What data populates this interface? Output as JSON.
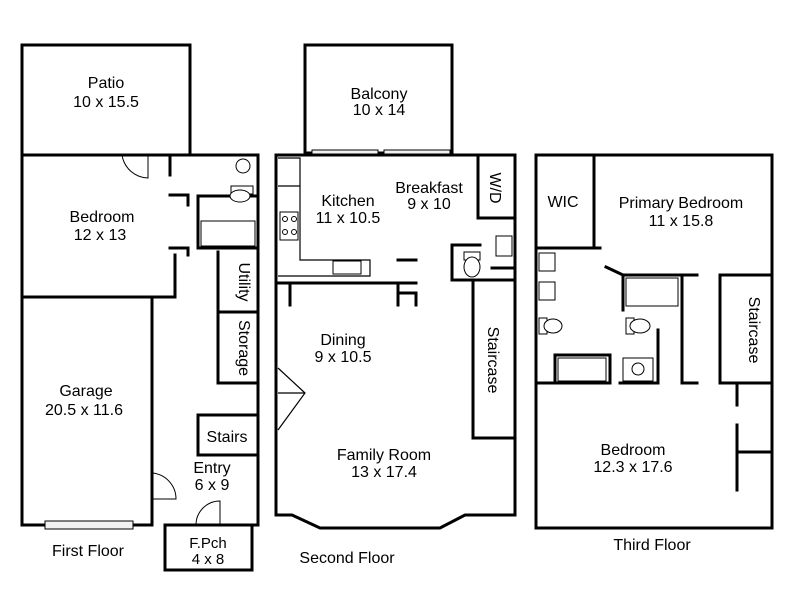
{
  "floors": {
    "first": {
      "caption": "First Floor",
      "rooms": {
        "patio": {
          "name": "Patio",
          "dims": "10 x 15.5"
        },
        "bedroom": {
          "name": "Bedroom",
          "dims": "12 x 13"
        },
        "garage": {
          "name": "Garage",
          "dims": "20.5 x 11.6"
        },
        "utility": {
          "name": "Utility"
        },
        "storage": {
          "name": "Storage"
        },
        "stairs": {
          "name": "Stairs"
        },
        "entry": {
          "name": "Entry",
          "dims": "6 x 9"
        },
        "fpch": {
          "name": "F.Pch",
          "dims": "4 x 8"
        }
      }
    },
    "second": {
      "caption": "Second Floor",
      "rooms": {
        "balcony": {
          "name": "Balcony",
          "dims": "10 x 14"
        },
        "kitchen": {
          "name": "Kitchen",
          "dims": "11 x 10.5"
        },
        "breakfast": {
          "name": "Breakfast",
          "dims": "9 x 10"
        },
        "wd": {
          "name": "W/D"
        },
        "dining": {
          "name": "Dining",
          "dims": "9 x 10.5"
        },
        "staircase": {
          "name": "Staircase"
        },
        "family": {
          "name": "Family Room",
          "dims": "13 x 17.4"
        }
      }
    },
    "third": {
      "caption": "Third Floor",
      "rooms": {
        "wic": {
          "name": "WIC"
        },
        "primary": {
          "name": "Primary Bedroom",
          "dims": "11 x 15.8"
        },
        "staircase": {
          "name": "Staircase"
        },
        "bedroom": {
          "name": "Bedroom",
          "dims": "12.3 x 17.6"
        }
      }
    }
  }
}
